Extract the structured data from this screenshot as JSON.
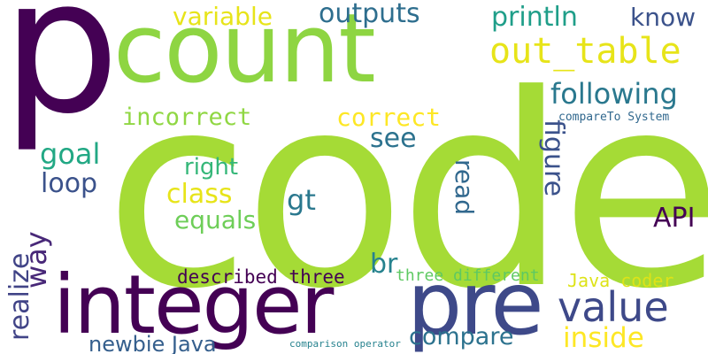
{
  "words": [
    {
      "text": "code",
      "color": "#a5db36"
    },
    {
      "text": "p",
      "color": "#440154"
    },
    {
      "text": "count",
      "color": "#8ed542"
    },
    {
      "text": "integer",
      "color": "#440154"
    },
    {
      "text": "pre",
      "color": "#3e4989"
    },
    {
      "text": "out_table",
      "color": "#e7e419"
    },
    {
      "text": "value",
      "color": "#3e4989"
    },
    {
      "text": "outputs",
      "color": "#2e6e8e"
    },
    {
      "text": "variable",
      "color": "#e7e419"
    },
    {
      "text": "println",
      "color": "#1f9e89"
    },
    {
      "text": "know",
      "color": "#3b528b"
    },
    {
      "text": "following",
      "color": "#2a788e"
    },
    {
      "text": "incorrect",
      "color": "#90d743"
    },
    {
      "text": "correct",
      "color": "#fde725"
    },
    {
      "text": "compareTo System",
      "color": "#31688e"
    },
    {
      "text": "see",
      "color": "#2c728e"
    },
    {
      "text": "goal",
      "color": "#22a884"
    },
    {
      "text": "figure",
      "color": "#3b528b"
    },
    {
      "text": "read",
      "color": "#31688e"
    },
    {
      "text": "right",
      "color": "#35b779"
    },
    {
      "text": "way",
      "color": "#482878"
    },
    {
      "text": "loop",
      "color": "#3b528b"
    },
    {
      "text": "class",
      "color": "#e7e419"
    },
    {
      "text": "gt",
      "color": "#2a788e"
    },
    {
      "text": "equals",
      "color": "#6ece58"
    },
    {
      "text": "API",
      "color": "#440154"
    },
    {
      "text": "realize",
      "color": "#414487"
    },
    {
      "text": "br",
      "color": "#26828e"
    },
    {
      "text": "described three",
      "color": "#440154"
    },
    {
      "text": "three different",
      "color": "#5ec962"
    },
    {
      "text": "Java coder",
      "color": "#dde318"
    },
    {
      "text": "compare",
      "color": "#2c728e"
    },
    {
      "text": "inside",
      "color": "#fde725"
    },
    {
      "text": "newbie Java",
      "color": "#355f8d"
    },
    {
      "text": "comparison operator",
      "color": "#26828e"
    }
  ]
}
